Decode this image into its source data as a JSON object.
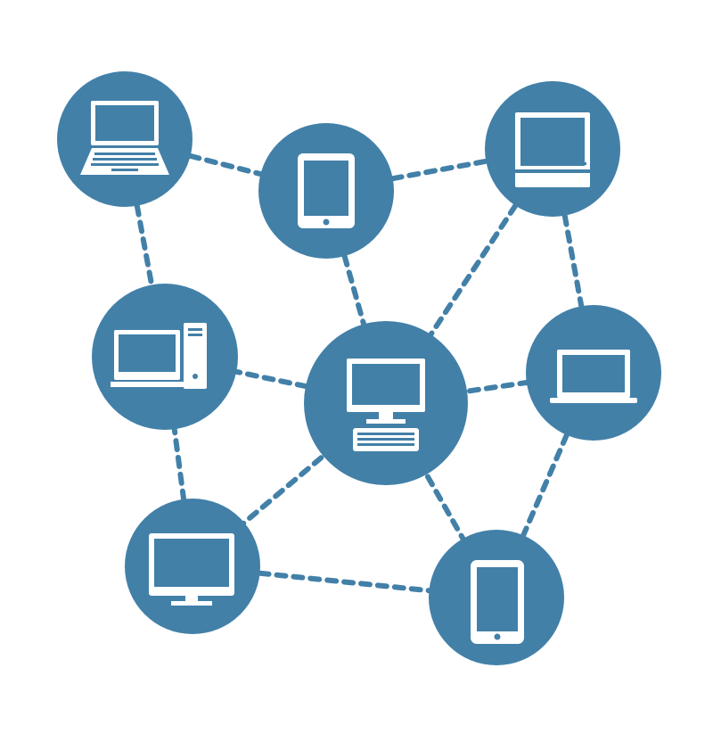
{
  "colors": {
    "node": "#4280a8",
    "link": "#4280a8",
    "icon": "#ffffff",
    "background": "#ffffff"
  },
  "nodes": [
    {
      "id": "n1",
      "icon": "laptop-icon"
    },
    {
      "id": "n2",
      "icon": "tablet-icon"
    },
    {
      "id": "n3",
      "icon": "all-in-one-computer-icon"
    },
    {
      "id": "n4",
      "icon": "desktop-tower-icon"
    },
    {
      "id": "n5",
      "icon": "desktop-keyboard-icon"
    },
    {
      "id": "n6",
      "icon": "laptop-open-icon"
    },
    {
      "id": "n7",
      "icon": "monitor-icon"
    },
    {
      "id": "n8",
      "icon": "smartphone-icon"
    }
  ],
  "links": [
    [
      "n1",
      "n2"
    ],
    [
      "n1",
      "n4"
    ],
    [
      "n2",
      "n3"
    ],
    [
      "n2",
      "n5"
    ],
    [
      "n3",
      "n5"
    ],
    [
      "n3",
      "n6"
    ],
    [
      "n4",
      "n5"
    ],
    [
      "n4",
      "n7"
    ],
    [
      "n5",
      "n6"
    ],
    [
      "n5",
      "n7"
    ],
    [
      "n5",
      "n8"
    ],
    [
      "n6",
      "n8"
    ],
    [
      "n7",
      "n8"
    ]
  ]
}
